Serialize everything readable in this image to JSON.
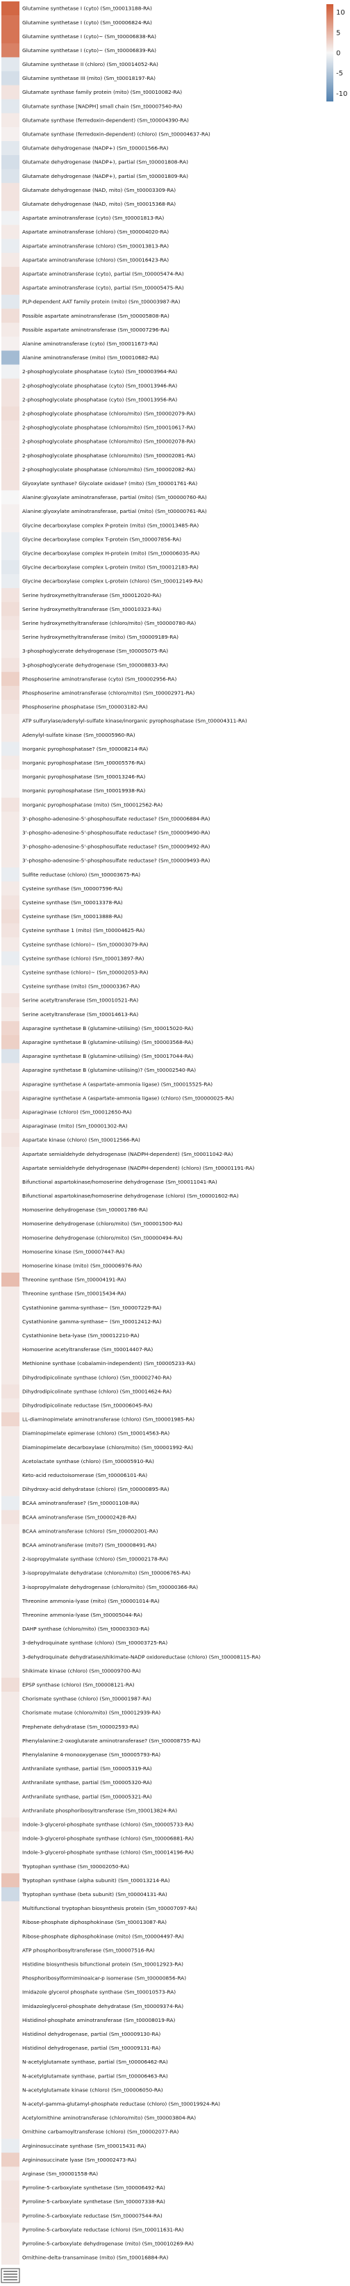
{
  "chart_data": {
    "type": "heatmap",
    "columns": 1,
    "colorbar": {
      "ticks": [
        10,
        5,
        0,
        -5,
        -10
      ],
      "range": [
        -12,
        12
      ],
      "low_color": "#4f7fae",
      "mid_color": "#f7f7f7",
      "high_color": "#cf5a34"
    },
    "rows": [
      {
        "label": "Glutamine synthetase I (cyto) (Sm_t00013188-RA)",
        "value": 11.0
      },
      {
        "label": "Glutamine synthetase I (cyto) (Sm_t00006824-RA)",
        "value": 10.0
      },
      {
        "label": "Glutamine synthetase I (cyto)~ (Sm_t00006838-RA)",
        "value": 10.0
      },
      {
        "label": "Glutamine synthetase I (cyto)~ (Sm_t00006839-RA)",
        "value": 9.0
      },
      {
        "label": "Glutamine synthetase II (chloro) (Sm_t00014052-RA)",
        "value": -1.5
      },
      {
        "label": "Glutamine synthetase III (mito) (Sm_t00018197-RA)",
        "value": -2.5
      },
      {
        "label": "Glutamate synthase family protein (mito) (Sm_t00010082-RA)",
        "value": 1.5
      },
      {
        "label": "Glutamate synthase [NADPH] small chain (Sm_t00007540-RA)",
        "value": -1.5
      },
      {
        "label": "Glutamate synthase (ferredoxin-dependent) (Sm_t00004390-RA)",
        "value": 1.0
      },
      {
        "label": "Glutamate synthase (ferredoxin-dependent) (chloro) (Sm_t00004637-RA)",
        "value": 0.5
      },
      {
        "label": "Glutamate dehydrogenase (NADP+) (Sm_t00001566-RA)",
        "value": -1.5
      },
      {
        "label": "Glutamate dehydrogenase (NADP+), partial (Sm_t00001808-RA)",
        "value": -2.5
      },
      {
        "label": "Glutamate dehydrogenase (NADP+), partial (Sm_t00001809-RA)",
        "value": -2.0
      },
      {
        "label": "Glutamate dehydrogenase (NAD, mito) (Sm_t00003309-RA)",
        "value": 1.5
      },
      {
        "label": "Glutamate dehydrogenase (NAD, mito) (Sm_t00015368-RA)",
        "value": 1.5
      },
      {
        "label": "Aspartate aminotransferase (cyto) (Sm_t00001813-RA)",
        "value": -0.5
      },
      {
        "label": "Aspartate aminotransferase (chloro) (Sm_t00004020-RA)",
        "value": 1.0
      },
      {
        "label": "Aspartate aminotransferase (chloro) (Sm_t00013813-RA)",
        "value": -1.0
      },
      {
        "label": "Aspartate aminotransferase (chloro) (Sm_t00016423-RA)",
        "value": 1.0
      },
      {
        "label": "Aspartate aminotransferase (cyto), partial (Sm_t00005474-RA)",
        "value": 2.0
      },
      {
        "label": "Aspartate aminotransferase (cyto), partial (Sm_t00005475-RA)",
        "value": 2.0
      },
      {
        "label": "PLP-dependent AAT family protein (mito) (Sm_t00003987-RA)",
        "value": -1.5
      },
      {
        "label": "Possible aspartate aminotransferase (Sm_t00005808-RA)",
        "value": 2.0
      },
      {
        "label": "Possible aspartate aminotransferase (Sm_t00007296-RA)",
        "value": 1.0
      },
      {
        "label": "Alanine aminotransferase (cyto) (Sm_t00011673-RA)",
        "value": 0.5
      },
      {
        "label": "Alanine aminotransferase (mito) (Sm_t00010682-RA)",
        "value": -6.0
      },
      {
        "label": "2-phosphoglycolate phosphatase (cyto) (Sm_t00003964-RA)",
        "value": -0.5
      },
      {
        "label": "2-phosphoglycolate phosphatase (cyto) (Sm_t00013946-RA)",
        "value": 1.5
      },
      {
        "label": "2-phosphoglycolate phosphatase (cyto) (Sm_t00013956-RA)",
        "value": 1.5
      },
      {
        "label": "2-phosphoglycolate phosphatase (chloro/mito) (Sm_t00002079-RA)",
        "value": 2.0
      },
      {
        "label": "2-phosphoglycolate phosphatase (chloro/mito) (Sm_t00010617-RA)",
        "value": 1.5
      },
      {
        "label": "2-phosphoglycolate phosphatase (chloro/mito) (Sm_t00002078-RA)",
        "value": 1.5
      },
      {
        "label": "2-phosphoglycolate phosphatase (chloro/mito) (Sm_t00002081-RA)",
        "value": 1.5
      },
      {
        "label": "2-phosphoglycolate phosphatase (chloro/mito) (Sm_t00002082-RA)",
        "value": 1.5
      },
      {
        "label": "Glyoxylate synthase? Glycolate oxidase? (mito) (Sm_t00001761-RA)",
        "value": 1.5
      },
      {
        "label": "Alanine:glyoxylate aminotransferase, partial (mito) (Sm_t00000760-RA)",
        "value": 0.0
      },
      {
        "label": "Alanine:glyoxylate aminotransferase, partial (mito) (Sm_t00000761-RA)",
        "value": 0.5
      },
      {
        "label": "Glycine decarboxylase complex P-protein (mito) (Sm_t00013485-RA)",
        "value": 0.5
      },
      {
        "label": "Glycine decarboxylase complex T-protein (Sm_t00007856-RA)",
        "value": -1.0
      },
      {
        "label": "Glycine decarboxylase complex H-protein (mito) (Sm_t00006035-RA)",
        "value": -1.0
      },
      {
        "label": "Glycine decarboxylase complex L-protein (mito) (Sm_t00012183-RA)",
        "value": -1.5
      },
      {
        "label": "Glycine decarboxylase complex L-protein (chloro) (Sm_t00012149-RA)",
        "value": -1.0
      },
      {
        "label": "Serine hydroxymethyltransferase (Sm_t00012020-RA)",
        "value": 1.5
      },
      {
        "label": "Serine hydroxymethyltransferase (Sm_t00010323-RA)",
        "value": 2.0
      },
      {
        "label": "Serine hydroxymethyltransferase (chloro/mito) (Sm_t00000780-RA)",
        "value": 1.5
      },
      {
        "label": "Serine hydroxymethyltransferase (mito) (Sm_t00009189-RA)",
        "value": 1.0
      },
      {
        "label": "3-phosphoglycerate dehydrogenase (Sm_t00005075-RA)",
        "value": 1.0
      },
      {
        "label": "3-phosphoglycerate dehydrogenase (Sm_t00008833-RA)",
        "value": 1.5
      },
      {
        "label": "Phosphoserine aminotransferase (cyto) (Sm_t00002956-RA)",
        "value": 3.0
      },
      {
        "label": "Phosphoserine aminotransferase (chloro/mito) (Sm_t00002971-RA)",
        "value": 2.0
      },
      {
        "label": "Phosphoserine phosphatase (Sm_t00003182-RA)",
        "value": 1.5
      },
      {
        "label": "ATP sulfurylase/adenylyl-sulfate kinase/inorganic pyrophosphatase (Sm_t00004311-RA)",
        "value": 1.0
      },
      {
        "label": "Adenylyl-sulfate kinase (Sm_t00005960-RA)",
        "value": 1.0
      },
      {
        "label": "Inorganic pyrophosphatase? (Sm_t00008214-RA)",
        "value": -1.0
      },
      {
        "label": "Inorganic pyrophosphatase (Sm_t00005576-RA)",
        "value": 1.0
      },
      {
        "label": "Inorganic pyrophosphatase (Sm_t00013246-RA)",
        "value": 0.5
      },
      {
        "label": "Inorganic pyrophosphatase (Sm_t00019938-RA)",
        "value": 0.5
      },
      {
        "label": "Inorganic pyrophosphatase (mito) (Sm_t00012562-RA)",
        "value": 1.5
      },
      {
        "label": "3'-phospho-adenosine-5'-phosphosulfate reductase? (Sm_t00006884-RA)",
        "value": 1.0
      },
      {
        "label": "3'-phospho-adenosine-5'-phosphosulfate reductase? (Sm_t00009490-RA)",
        "value": 1.0
      },
      {
        "label": "3'-phospho-adenosine-5'-phosphosulfate reductase? (Sm_t00009492-RA)",
        "value": 1.0
      },
      {
        "label": "3'-phospho-adenosine-5'-phosphosulfate reductase? (Sm_t00009493-RA)",
        "value": 1.0
      },
      {
        "label": "Sulfite reductase (chloro) (Sm_t00003675-RA)",
        "value": -1.0
      },
      {
        "label": "Cysteine synthase (Sm_t00007596-RA)",
        "value": 1.0
      },
      {
        "label": "Cysteine synthase (Sm_t00013378-RA)",
        "value": 1.5
      },
      {
        "label": "Cysteine synthase (Sm_t00013888-RA)",
        "value": 2.0
      },
      {
        "label": "Cysteine synthase 1 (mito) (Sm_t00004625-RA)",
        "value": 1.5
      },
      {
        "label": "Cysteine synthase (chloro)~ (Sm_t00003079-RA)",
        "value": 1.0
      },
      {
        "label": "Cysteine synthase (chloro) (Sm_t00013897-RA)",
        "value": -1.0
      },
      {
        "label": "Cysteine synthase (chloro)~ (Sm_t00002053-RA)",
        "value": 0.5
      },
      {
        "label": "Cysteine synthase (mito) (Sm_t00003367-RA)",
        "value": 0.5
      },
      {
        "label": "Serine acetyltransferase (Sm_t00010521-RA)",
        "value": 1.5
      },
      {
        "label": "Serine acetyltransferase (Sm_t00014613-RA)",
        "value": 1.0
      },
      {
        "label": "Asparagine synthetase B (glutamine-utilising) (Sm_t00015020-RA)",
        "value": 2.5
      },
      {
        "label": "Asparagine synthetase B (glutamine-utilising) (Sm_t00003568-RA)",
        "value": 3.0
      },
      {
        "label": "Asparagine synthetase B (glutamine-utilising) (Sm_t00017044-RA)",
        "value": -2.0
      },
      {
        "label": "Asparagine synthetase B (glutamine-utilising)? (Sm_t00002540-RA)",
        "value": 1.0
      },
      {
        "label": "Asparagine synthetase A (aspartate-ammonia ligase) (Sm_t00015525-RA)",
        "value": 1.0
      },
      {
        "label": "Asparagine synthetase A (aspartate-ammonia ligase) (chloro) (Sm_t00000025-RA)",
        "value": 1.5
      },
      {
        "label": "Asparaginase (chloro) (Sm_t00012650-RA)",
        "value": 1.5
      },
      {
        "label": "Asparaginase (mito) (Sm_t00001302-RA)",
        "value": 1.0
      },
      {
        "label": "Aspartate kinase (chloro) (Sm_t00012566-RA)",
        "value": 1.5
      },
      {
        "label": "Aspartate semialdehyde dehydrogenase (NADPH-dependent) (Sm_t00011042-RA)",
        "value": 1.0
      },
      {
        "label": "Aspartate semialdehyde dehydrogenase (NADPH-dependent) (chloro) (Sm_t00001191-RA)",
        "value": 1.0
      },
      {
        "label": "Bifunctional aspartokinase/homoserine dehydrogenase (Sm_t00011041-RA)",
        "value": 1.0
      },
      {
        "label": "Bifunctional aspartokinase/homoserine dehydrogenase (chloro) (Sm_t00001602-RA)",
        "value": 1.0
      },
      {
        "label": "Homoserine dehydrogenase (Sm_t00001786-RA)",
        "value": 1.0
      },
      {
        "label": "Homoserine dehydrogenase (chloro/mito) (Sm_t00001500-RA)",
        "value": 1.0
      },
      {
        "label": "Homoserine dehydrogenase (chloro/mito) (Sm_t00000494-RA)",
        "value": 1.0
      },
      {
        "label": "Homoserine kinase (Sm_t00007447-RA)",
        "value": 1.0
      },
      {
        "label": "Homoserine kinase (mito) (Sm_t00006976-RA)",
        "value": 1.0
      },
      {
        "label": "Threonine synthase (Sm_t00004191-RA)",
        "value": 4.5
      },
      {
        "label": "Threonine synthase (Sm_t00015434-RA)",
        "value": 1.0
      },
      {
        "label": "Cystathionine gamma-synthase~ (Sm_t00007229-RA)",
        "value": 1.0
      },
      {
        "label": "Cystathionine gamma-synthase~ (Sm_t00012412-RA)",
        "value": 1.0
      },
      {
        "label": "Cystathionine beta-lyase (Sm_t00012210-RA)",
        "value": 1.0
      },
      {
        "label": "Homoserine acetyltransferase (Sm_t00014407-RA)",
        "value": 1.0
      },
      {
        "label": "Methionine synthase (cobalamin-independent) (Sm_t00005233-RA)",
        "value": 1.0
      },
      {
        "label": "Dihydrodipicolinate synthase (chloro) (Sm_t00002740-RA)",
        "value": 1.0
      },
      {
        "label": "Dihydrodipicolinate synthase (chloro) (Sm_t00014624-RA)",
        "value": 1.5
      },
      {
        "label": "Dihydrodipicolinate reductase (Sm_t00006045-RA)",
        "value": 1.0
      },
      {
        "label": "LL-diaminopimelate aminotransferase (chloro) (Sm_t00001985-RA)",
        "value": 2.5
      },
      {
        "label": "Diaminopimelate epimerase (chloro) (Sm_t00014563-RA)",
        "value": 1.0
      },
      {
        "label": "Diaminopimelate decarboxylase (chloro/mito) (Sm_t00001992-RA)",
        "value": 1.0
      },
      {
        "label": "Acetolactate synthase (chloro) (Sm_t00005910-RA)",
        "value": 1.0
      },
      {
        "label": "Keto-acid reductoisomerase (Sm_t00006101-RA)",
        "value": 1.0
      },
      {
        "label": "Dihydroxy-acid dehydratase (chloro) (Sm_t00000895-RA)",
        "value": 1.0
      },
      {
        "label": "BCAA aminotransferase? (Sm_t00001108-RA)",
        "value": -1.0
      },
      {
        "label": "BCAA aminotransferase (Sm_t00002428-RA)",
        "value": 1.5
      },
      {
        "label": "BCAA aminotransferase (chloro) (Sm_t00002001-RA)",
        "value": 1.0
      },
      {
        "label": "BCAA aminotransferase (mito?) (Sm_t00008491-RA)",
        "value": 1.0
      },
      {
        "label": "2-isopropylmalate synthase (chloro) (Sm_t00002178-RA)",
        "value": 1.0
      },
      {
        "label": "3-isopropylmalate dehydratase (chloro/mito) (Sm_t00006765-RA)",
        "value": 1.0
      },
      {
        "label": "3-isopropylmalate dehydrogenase (chloro/mito) (Sm_t00000366-RA)",
        "value": 1.0
      },
      {
        "label": "Threonine ammonia-lyase (mito) (Sm_t00001014-RA)",
        "value": 1.0
      },
      {
        "label": "Threonine ammonia-lyase (Sm_t00005044-RA)",
        "value": 1.0
      },
      {
        "label": "DAHP synthase (chloro/mito) (Sm_t00003303-RA)",
        "value": 1.0
      },
      {
        "label": "3-dehydroquinate synthase (chloro) (Sm_t00003725-RA)",
        "value": 1.0
      },
      {
        "label": "3-dehydroquinate dehydratase/shikimate-NADP oxidoreductase (chloro) (Sm_t00008115-RA)",
        "value": 1.0
      },
      {
        "label": "Shikimate kinase (chloro) (Sm_t00009700-RA)",
        "value": 1.0
      },
      {
        "label": "EPSP synthase (chloro) (Sm_t00008121-RA)",
        "value": 2.0
      },
      {
        "label": "Chorismate synthase (chloro) (Sm_t00001987-RA)",
        "value": 1.0
      },
      {
        "label": "Chorismate mutase (chloro/mito) (Sm_t00012939-RA)",
        "value": 1.0
      },
      {
        "label": "Prephenate dehydratase (Sm_t00002593-RA)",
        "value": 1.0
      },
      {
        "label": "Phenylalanine:2-oxoglutarate aminotransferase? (Sm_t00008755-RA)",
        "value": 1.0
      },
      {
        "label": "Phenylalanine 4-monooxygenase (Sm_t00005793-RA)",
        "value": 1.0
      },
      {
        "label": "Anthranilate synthase, partial (Sm_t00005319-RA)",
        "value": 1.0
      },
      {
        "label": "Anthranilate synthase, partial (Sm_t00005320-RA)",
        "value": 1.0
      },
      {
        "label": "Anthranilate synthase, partial (Sm_t00005321-RA)",
        "value": 1.0
      },
      {
        "label": "Anthranilate phosphoribosyltransferase (Sm_t00013824-RA)",
        "value": 1.0
      },
      {
        "label": "Indole-3-glycerol-phosphate synthase (chloro) (Sm_t00005733-RA)",
        "value": 1.5
      },
      {
        "label": "Indole-3-glycerol-phosphate synthase (chloro) (Sm_t00006881-RA)",
        "value": 1.0
      },
      {
        "label": "Indole-3-glycerol-phosphate synthase (chloro) (Sm_t00014196-RA)",
        "value": 1.0
      },
      {
        "label": "Tryptophan synthase (Sm_t00002050-RA)",
        "value": 1.0
      },
      {
        "label": "Tryptophan synthase (alpha subunit) (Sm_t00013214-RA)",
        "value": 4.0
      },
      {
        "label": "Tryptophan synthase (beta subunit) (Sm_t00004131-RA)",
        "value": -3.0
      },
      {
        "label": "Multifunctional tryptophan biosynthesis protein (Sm_t00007097-RA)",
        "value": 1.0
      },
      {
        "label": "Ribose-phosphate diphosphokinase (Sm_t00013087-RA)",
        "value": 1.0
      },
      {
        "label": "Ribose-phosphate diphosphokinase (mito) (Sm_t00004497-RA)",
        "value": 1.0
      },
      {
        "label": "ATP phosphoribosyltransferase (Sm_t00007516-RA)",
        "value": 1.0
      },
      {
        "label": "Histidine biosynthesis bifunctional protein (Sm_t00012923-RA)",
        "value": 1.0
      },
      {
        "label": "Phosphoribosylformiminoaicar-p isomerase (Sm_t00000856-RA)",
        "value": 1.0
      },
      {
        "label": "Imidazole glycerol phosphate synthase (Sm_t00010573-RA)",
        "value": 1.0
      },
      {
        "label": "Imidazoleglycerol-phosphate dehydratase (Sm_t00009374-RA)",
        "value": 1.0
      },
      {
        "label": "Histidinol-phosphate aminotransferase (Sm_t00008019-RA)",
        "value": 1.0
      },
      {
        "label": "Histidinol dehydrogenase, partial (Sm_t00009130-RA)",
        "value": 1.0
      },
      {
        "label": "Histidinol dehydrogenase, partial (Sm_t00009131-RA)",
        "value": 1.0
      },
      {
        "label": "N-acetylglutamate synthase, partial (Sm_t00006462-RA)",
        "value": 1.0
      },
      {
        "label": "N-acetylglutamate synthase, partial (Sm_t00006463-RA)",
        "value": 1.0
      },
      {
        "label": "N-acetylglutamate kinase (chloro) (Sm_t00006050-RA)",
        "value": 1.0
      },
      {
        "label": "N-acetyl-gamma-glutamyl-phosphate reductase (chloro) (Sm_t00019924-RA)",
        "value": 1.0
      },
      {
        "label": "Acetylornithine aminotransferase (chloro/mito) (Sm_t00003804-RA)",
        "value": 1.0
      },
      {
        "label": "Ornithine carbamoyltransferase (chloro) (Sm_t00002077-RA)",
        "value": 1.0
      },
      {
        "label": "Argininosuccinate synthase (Sm_t00015431-RA)",
        "value": -1.0
      },
      {
        "label": "Argininosuccinate lyase (Sm_t00002473-RA)",
        "value": 3.0
      },
      {
        "label": "Arginase (Sm_t00001558-RA)",
        "value": 1.0
      },
      {
        "label": "Pyrroline-5-carboxylate synthetase (Sm_t00006492-RA)",
        "value": 1.5
      },
      {
        "label": "Pyrroline-5-carboxylate synthetase (Sm_t00007338-RA)",
        "value": 1.5
      },
      {
        "label": "Pyrroline-5-carboxylate reductase (Sm_t00007544-RA)",
        "value": 1.5
      },
      {
        "label": "Pyrroline-5-carboxylate reductase (chloro) (Sm_t00011631-RA)",
        "value": 1.0
      },
      {
        "label": "Pyrroline-5-carboxylate dehydrogenase (mito) (Sm_t00010269-RA)",
        "value": 1.0
      },
      {
        "label": "Ornithine-delta-transaminase (mito) (Sm_t00016884-RA)",
        "value": 1.0
      }
    ]
  }
}
